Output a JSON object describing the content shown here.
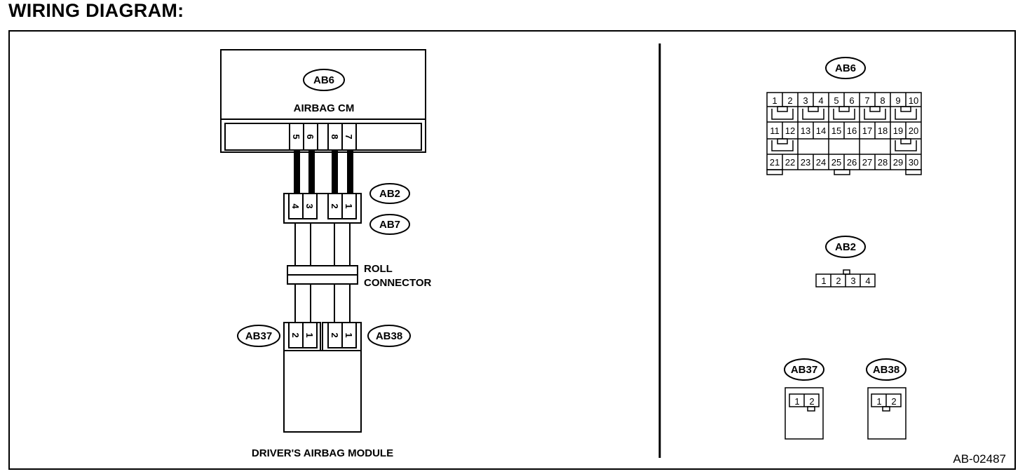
{
  "heading": "WIRING DIAGRAM:",
  "diagram_code": "AB-02487",
  "modules": {
    "airbag_cm": {
      "connector": "AB6",
      "label": "AIRBAG CM",
      "pins": [
        "5",
        "6",
        "8",
        "7"
      ]
    },
    "ab2_ab7": {
      "connector_top": "AB2",
      "connector_bottom": "AB7",
      "pins": [
        "4",
        "3",
        "2",
        "1"
      ]
    },
    "roll_connector": {
      "line1": "ROLL",
      "line2": "CONNECTOR"
    },
    "driver_airbag_module": {
      "label": "DRIVER'S AIRBAG MODULE",
      "left_connector": "AB37",
      "right_connector": "AB38",
      "pins_left": [
        "2",
        "1"
      ],
      "pins_right": [
        "2",
        "1"
      ]
    }
  },
  "connector_views": {
    "ab6": {
      "name": "AB6",
      "row1": [
        "1",
        "2",
        "3",
        "4",
        "5",
        "6",
        "7",
        "8",
        "9",
        "10"
      ],
      "row2": [
        "11",
        "12",
        "13",
        "14",
        "15",
        "16",
        "17",
        "18",
        "19",
        "20"
      ],
      "row3": [
        "21",
        "22",
        "23",
        "24",
        "25",
        "26",
        "27",
        "28",
        "29",
        "30"
      ]
    },
    "ab2": {
      "name": "AB2",
      "pins": [
        "1",
        "2",
        "3",
        "4"
      ]
    },
    "ab37": {
      "name": "AB37",
      "pins": [
        "1",
        "2"
      ]
    },
    "ab38": {
      "name": "AB38",
      "pins": [
        "1",
        "2"
      ]
    }
  }
}
